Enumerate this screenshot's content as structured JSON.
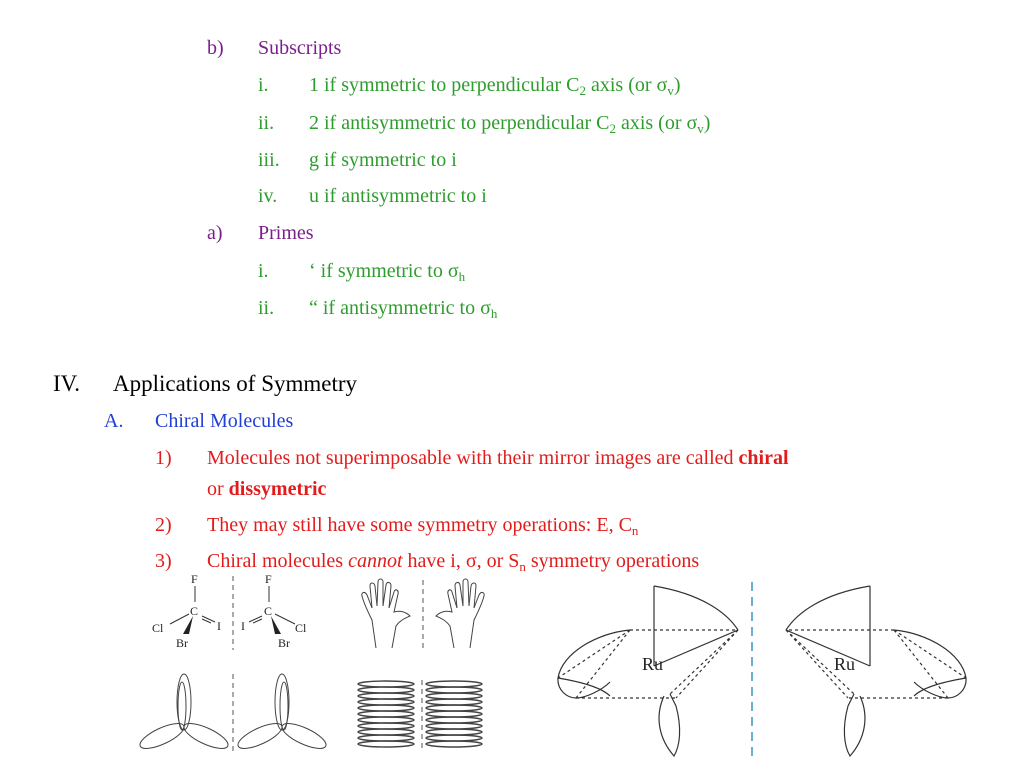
{
  "subscripts": {
    "num": "b)",
    "label": "Subscripts",
    "items": [
      {
        "num": "i.",
        "pre": "1 if symmetric to perpendicular C",
        "sub1": "2",
        "mid": " axis (or σ",
        "sub2": "v",
        "post": ")"
      },
      {
        "num": "ii.",
        "pre": "2 if antisymmetric to perpendicular C",
        "sub1": "2",
        "mid": " axis (or σ",
        "sub2": "v",
        "post": ")"
      },
      {
        "num": "iii.",
        "text": "g if symmetric to i"
      },
      {
        "num": "iv.",
        "text": "u if antisymmetric to i"
      }
    ]
  },
  "primes": {
    "num": "a)",
    "label": "Primes",
    "items": [
      {
        "num": "i.",
        "pre": "‘ if symmetric to σ",
        "sub": "h"
      },
      {
        "num": "ii.",
        "pre": "“ if antisymmetric to σ",
        "sub": "h"
      }
    ]
  },
  "section": {
    "num": "IV.",
    "title": "Applications of Symmetry"
  },
  "subsection": {
    "num": "A.",
    "title": "Chiral Molecules"
  },
  "points": [
    {
      "num": "1)",
      "pre": "Molecules not superimposable with their mirror images are called ",
      "bold1": "chiral",
      "line2_pre": "or ",
      "bold2": "dissymetric"
    },
    {
      "num": "2)",
      "pre": "They may still have some symmetry operations: E, C",
      "sub": "n"
    },
    {
      "num": "3)",
      "pre": "Chiral molecules ",
      "italic": "cannot",
      "mid": " have i, σ, or S",
      "sub": "n",
      "post": " symmetry operations"
    }
  ],
  "figures": {
    "molecule": {
      "f": "F",
      "c": "C",
      "cl": "Cl",
      "br": "Br",
      "i": "I"
    },
    "ru": "Ru"
  }
}
